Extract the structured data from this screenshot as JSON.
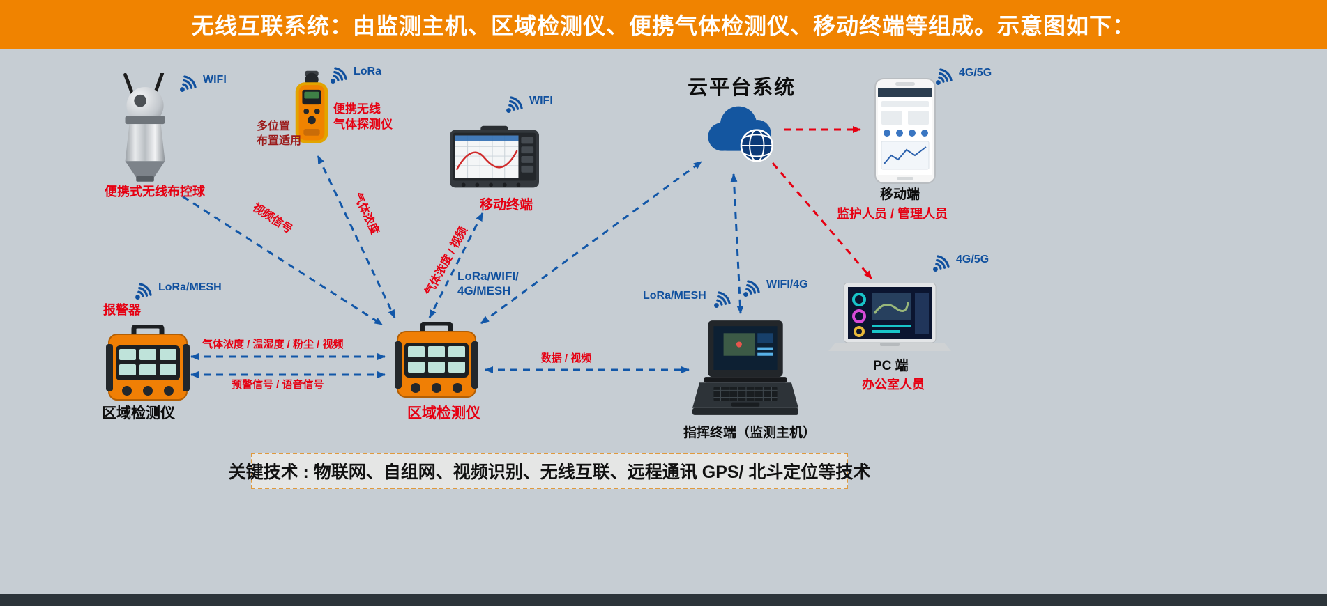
{
  "banner": {
    "title": "无线互联系统：由监测主机、区域检测仪、便携气体检测仪、移动终端等组成。示意图如下："
  },
  "nodes": {
    "camera_ball": {
      "label": "便携式无线布控球",
      "signal": "WIFI"
    },
    "gas_detector": {
      "label_line1": "便携无线",
      "label_line2": "气体探测仪",
      "note_line1": "多位置",
      "note_line2": "布置适用",
      "signal": "LoRa"
    },
    "mobile_terminal": {
      "label": "移动终端",
      "signal": "WIFI"
    },
    "cloud": {
      "label": "云平台系统"
    },
    "mobile_client": {
      "label": "移动端",
      "roles": "监护人员 / 管理人员",
      "signal": "4G/5G"
    },
    "alarm_detector": {
      "tag": "报警器",
      "label": "区域检测仪",
      "signal": "LoRa/MESH"
    },
    "area_detector": {
      "label": "区域检测仪"
    },
    "command_terminal": {
      "label": "指挥终端（监测主机）",
      "signal_left": "LoRa/MESH",
      "signal_right": "WIFI/4G"
    },
    "pc_client": {
      "label": "PC 端",
      "roles": "办公室人员",
      "signal": "4G/5G"
    }
  },
  "links": {
    "video_signal": "视频信号",
    "gas_concentration": "气体浓度",
    "gas_video": "气体浓度 / 视频",
    "mesh_line1": "LoRa/WIFI/",
    "mesh_line2": "4G/MESH",
    "sensor_data": "气体浓度 / 温湿度 / 粉尘 / 视频",
    "warning_signal": "预警信号 / 语音信号",
    "data_video": "数据 / 视频"
  },
  "key_tech": {
    "text": "关键技术 : 物联网、自组网、视频识别、无线互联、远程通讯 GPS/ 北斗定位等技术"
  },
  "colors": {
    "banner_orange": "#f08300",
    "background": "#c6cdd3",
    "arrow_blue": "#1257a8",
    "label_red": "#e60012",
    "signal_blue": "#10509e",
    "cloud_blue": "#1456a0"
  }
}
